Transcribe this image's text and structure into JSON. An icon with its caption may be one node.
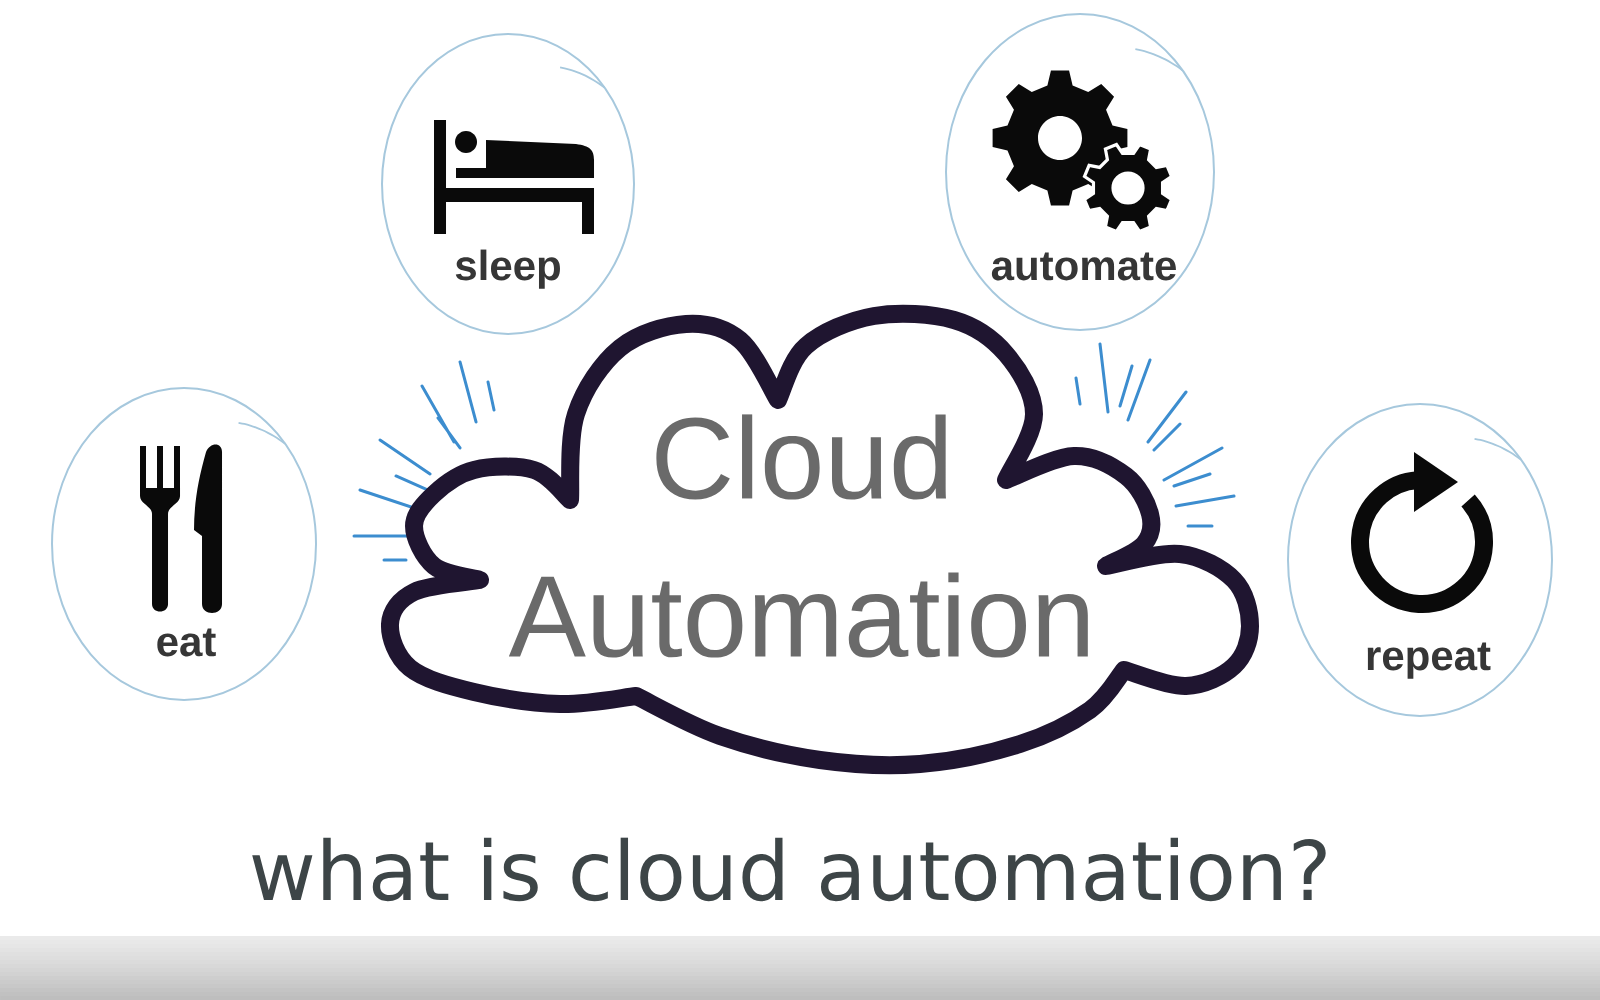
{
  "diagram": {
    "caption": "what is cloud automation?",
    "nodes": [
      {
        "text": [
          "sleep"
        ]
      },
      {
        "text": [
          "automate"
        ]
      },
      {
        "text": [
          "eat"
        ]
      },
      {
        "text": [
          "Cloud Automation"
        ]
      },
      {
        "text": [
          "repeat"
        ]
      }
    ]
  }
}
